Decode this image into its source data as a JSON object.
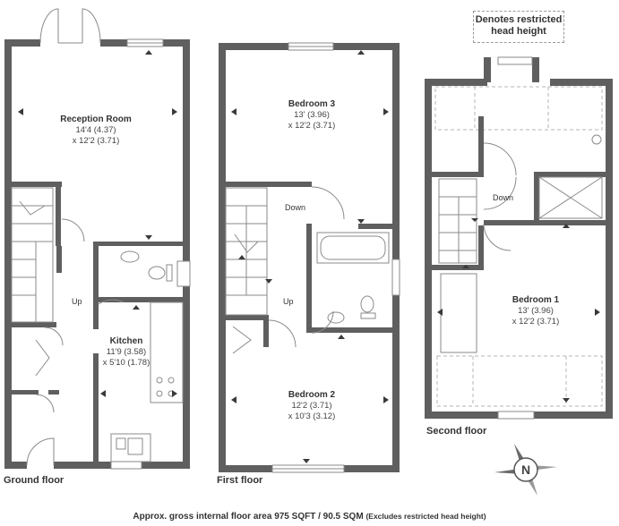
{
  "legend": {
    "line1": "Denotes restricted",
    "line2": "head height"
  },
  "floors": {
    "ground": "Ground floor",
    "first": "First floor",
    "second": "Second floor"
  },
  "rooms": {
    "reception": {
      "name": "Reception Room",
      "dim1": "14'4 (4.37)",
      "dim2": "x 12'2 (3.71)"
    },
    "kitchen": {
      "name": "Kitchen",
      "dim1": "11'9 (3.58)",
      "dim2": "x 5'10 (1.78)"
    },
    "bedroom3": {
      "name": "Bedroom 3",
      "dim1": "13' (3.96)",
      "dim2": "x 12'2 (3.71)"
    },
    "bedroom2": {
      "name": "Bedroom 2",
      "dim1": "12'2 (3.71)",
      "dim2": "x 10'3 (3.12)"
    },
    "bedroom1": {
      "name": "Bedroom 1",
      "dim1": "13' (3.96)",
      "dim2": "x 12'2 (3.71)"
    }
  },
  "stairs": {
    "up": "Up",
    "down": "Down"
  },
  "compass": {
    "letter": "N"
  },
  "footer": {
    "main": "Approx. gross internal floor area 975 SQFT / 90.5  SQM",
    "note": "(Excludes restricted head height)"
  },
  "colors": {
    "wall": "#5f5f5f",
    "fixture": "#8a8a8a",
    "dash": "#b5b5b5"
  }
}
